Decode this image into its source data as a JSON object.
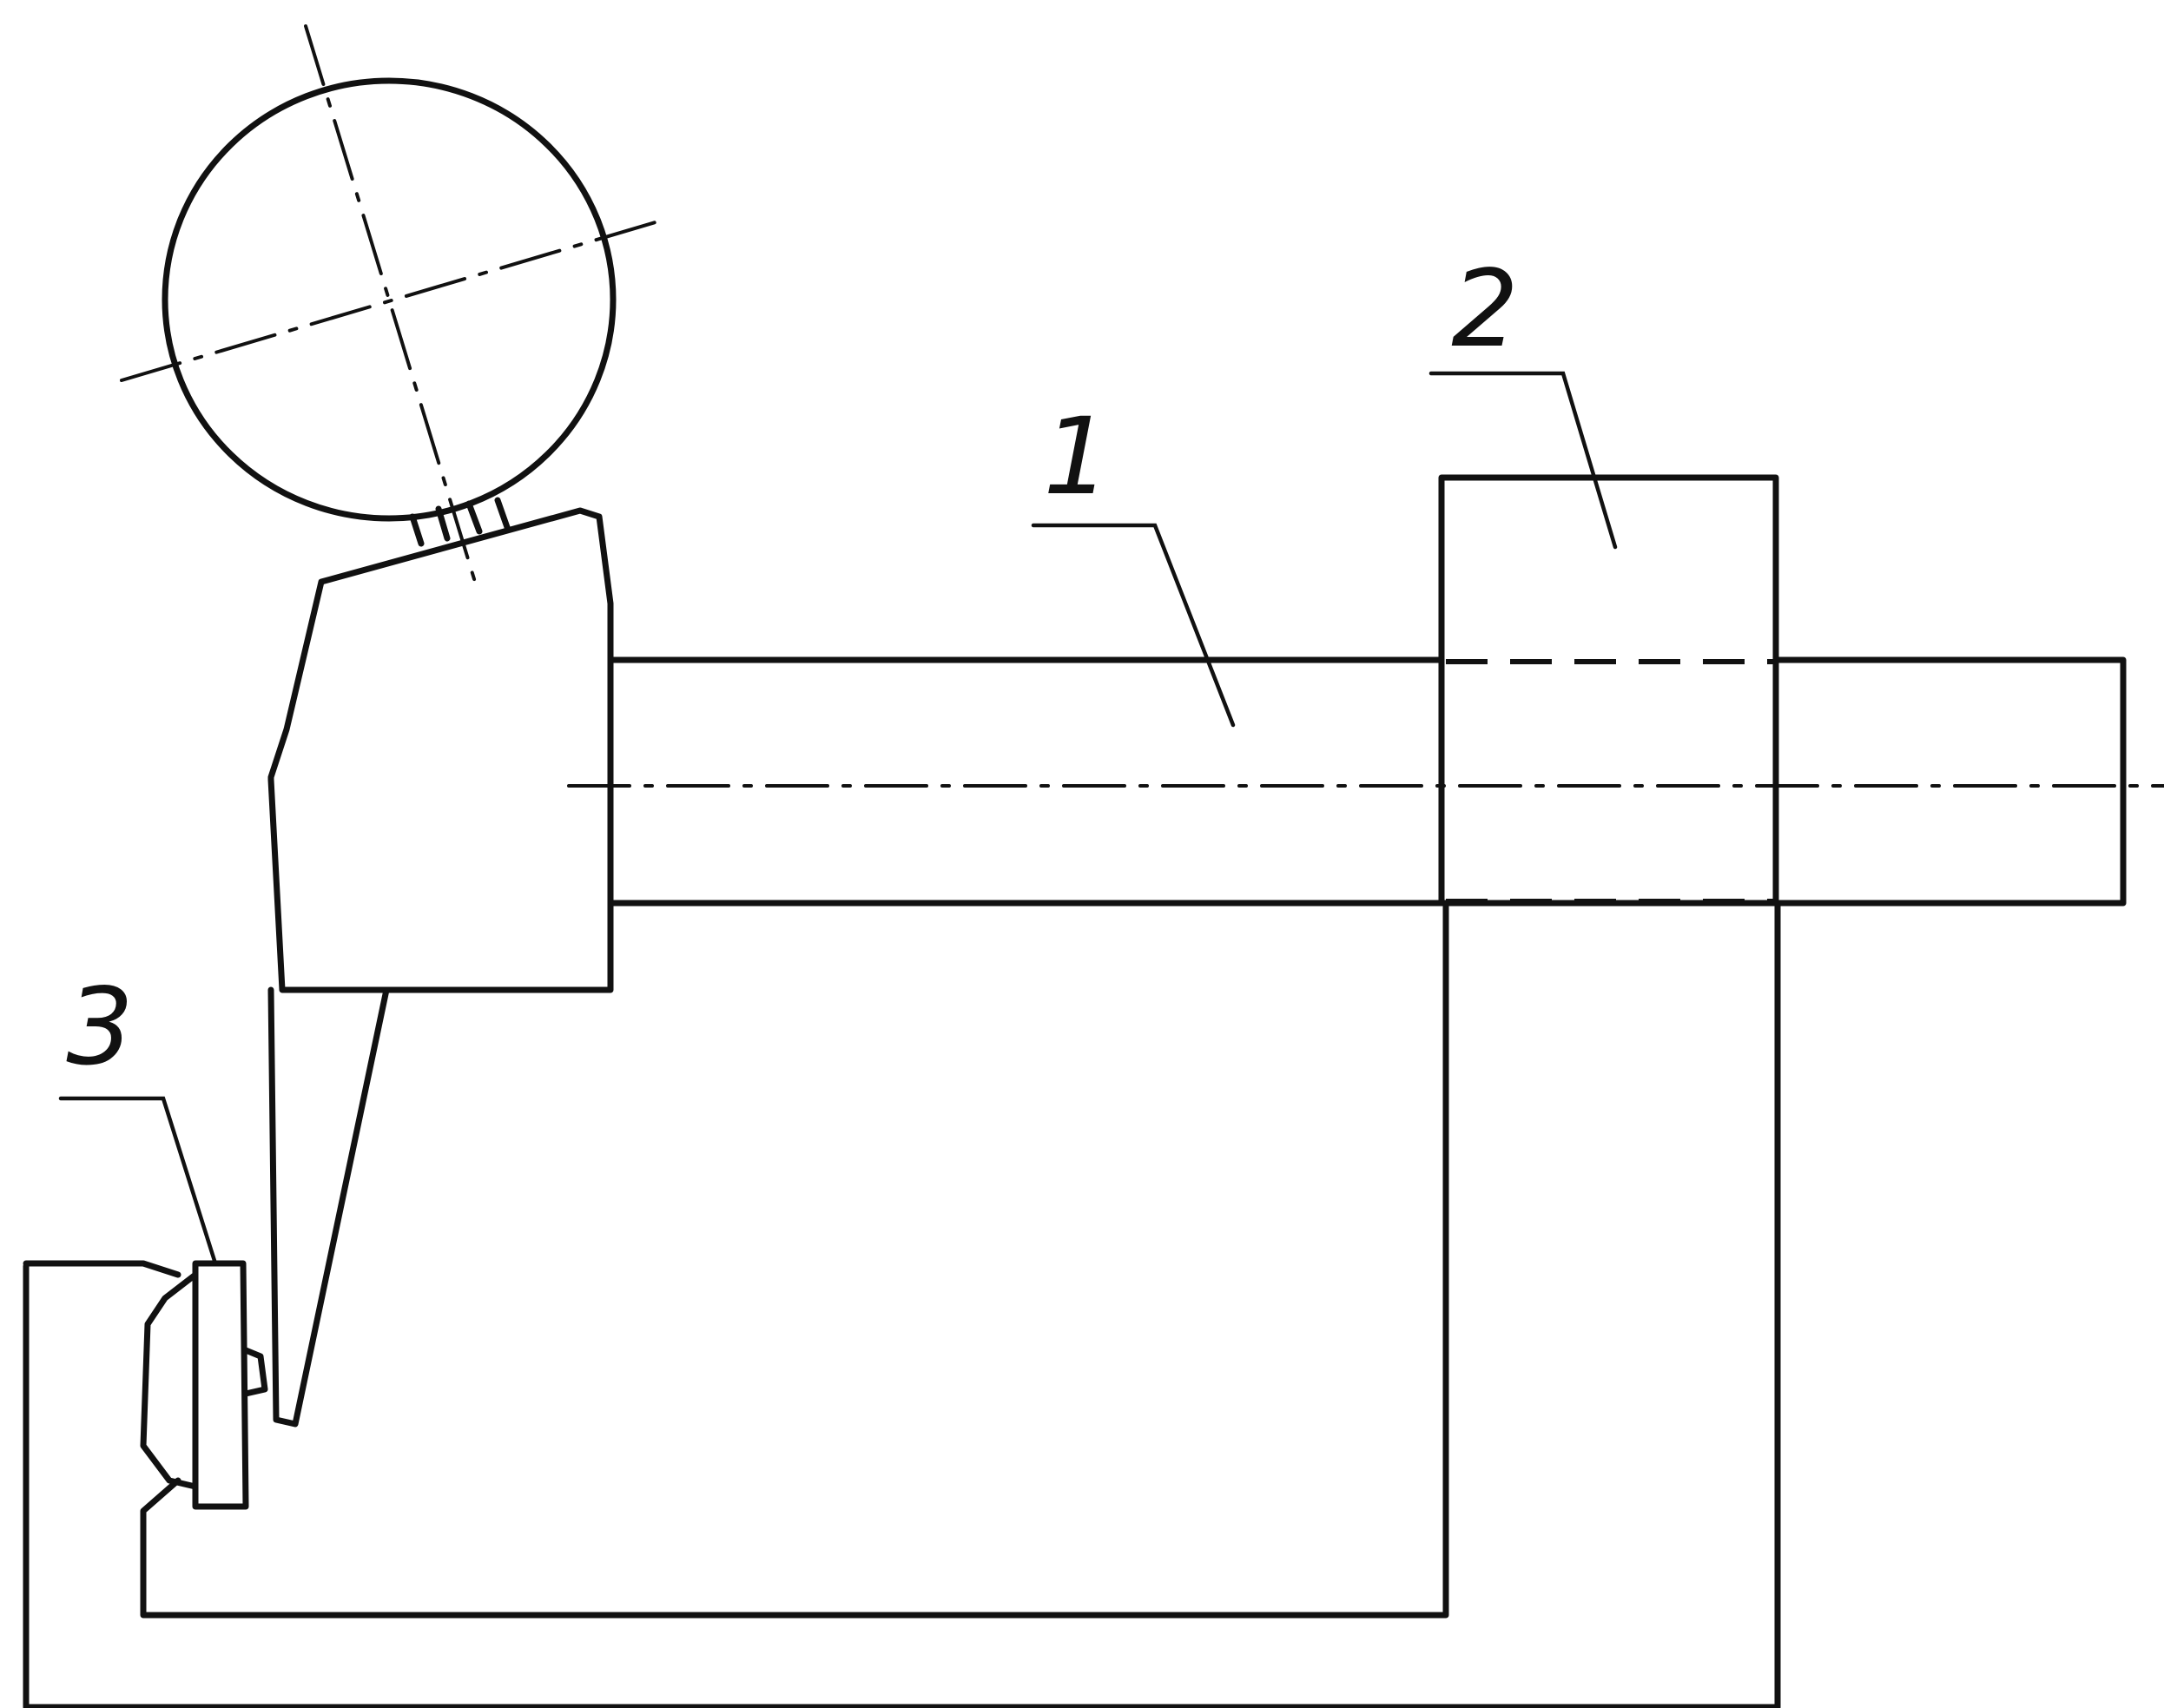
{
  "diagram": {
    "colors": {
      "line": "#111111",
      "background": "#ffffff"
    },
    "callouts": [
      {
        "id": "part-1",
        "label": "1"
      },
      {
        "id": "part-2",
        "label": "2"
      },
      {
        "id": "part-3",
        "label": "3"
      }
    ]
  }
}
